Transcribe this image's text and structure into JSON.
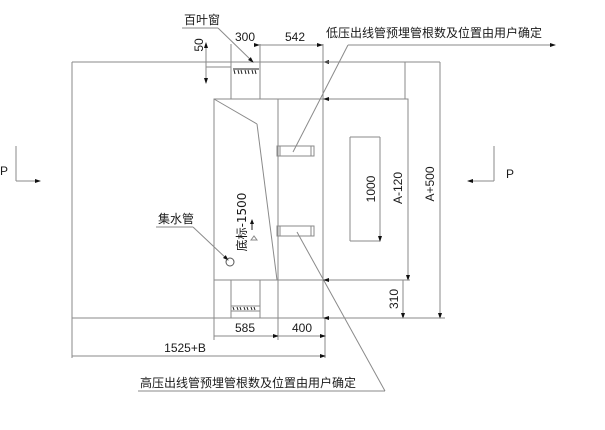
{
  "labels": {
    "louver": "百叶窗",
    "low_voltage_note": "低压出线管预埋管根数及位置由用户确定",
    "high_voltage_note": "高压出线管预埋管根数及位置由用户确定",
    "drain_pipe": "集水管",
    "bottom_elevation": "底标-1500",
    "section_left": "P",
    "section_right": "P"
  },
  "dimensions": {
    "top_50": "50",
    "top_300": "300",
    "top_542": "542",
    "right_1000": "1000",
    "right_a_minus_120": "A-120",
    "right_a_plus_500": "A+500",
    "right_310": "310",
    "bottom_585": "585",
    "bottom_400": "400",
    "bottom_1525_b": "1525+B"
  },
  "colors": {
    "line": "#8a8a8a",
    "text": "#1a1a1a",
    "background": "#ffffff"
  }
}
